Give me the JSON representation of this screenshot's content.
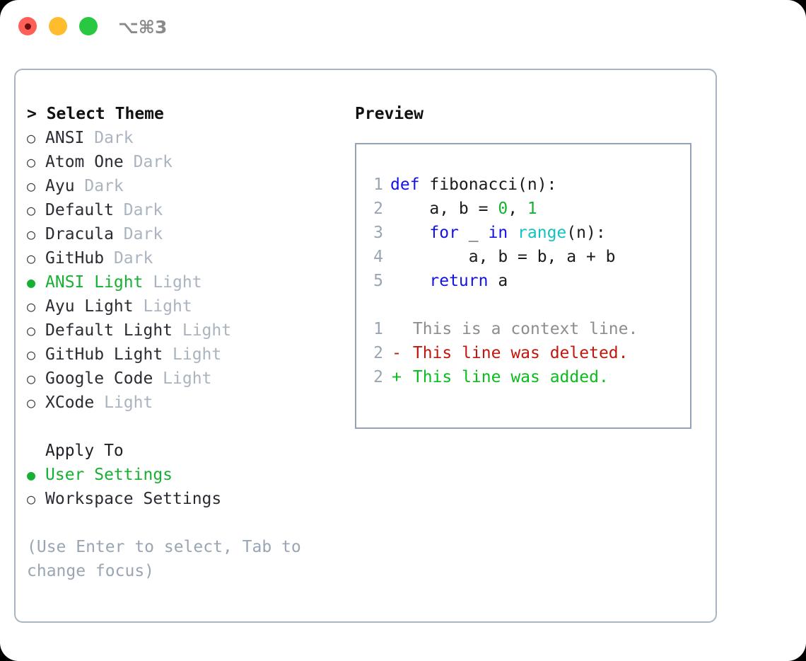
{
  "titlebar": {
    "shortcut": "⌥⌘3",
    "buttons": [
      "close",
      "minimize",
      "maximize"
    ]
  },
  "theme_picker": {
    "heading": "> Select Theme",
    "selected_marker": "●",
    "unselected_marker": "○",
    "items": [
      {
        "name": "ANSI",
        "suffix": "Dark",
        "selected": false
      },
      {
        "name": "Atom One",
        "suffix": "Dark",
        "selected": false
      },
      {
        "name": "Ayu",
        "suffix": "Dark",
        "selected": false
      },
      {
        "name": "Default",
        "suffix": "Dark",
        "selected": false
      },
      {
        "name": "Dracula",
        "suffix": "Dark",
        "selected": false
      },
      {
        "name": "GitHub",
        "suffix": "Dark",
        "selected": false
      },
      {
        "name": "ANSI Light",
        "suffix": "Light",
        "selected": true
      },
      {
        "name": "Ayu Light",
        "suffix": "Light",
        "selected": false
      },
      {
        "name": "Default Light",
        "suffix": "Light",
        "selected": false
      },
      {
        "name": "GitHub Light",
        "suffix": "Light",
        "selected": false
      },
      {
        "name": "Google Code",
        "suffix": "Light",
        "selected": false
      },
      {
        "name": "XCode",
        "suffix": "Light",
        "selected": false
      }
    ]
  },
  "apply_to": {
    "heading": "Apply To",
    "items": [
      {
        "name": "User Settings",
        "selected": true
      },
      {
        "name": "Workspace Settings",
        "selected": false
      }
    ]
  },
  "hint": "(Use Enter to select, Tab to change focus)",
  "preview": {
    "heading": "Preview",
    "code": [
      {
        "num": "1",
        "tokens": [
          {
            "t": "def ",
            "c": "kw"
          },
          {
            "t": "fibonacci(n):",
            "c": "plain"
          }
        ]
      },
      {
        "num": "2",
        "tokens": [
          {
            "t": "    a, b = ",
            "c": "plain"
          },
          {
            "t": "0",
            "c": "num"
          },
          {
            "t": ", ",
            "c": "plain"
          },
          {
            "t": "1",
            "c": "num"
          }
        ]
      },
      {
        "num": "3",
        "tokens": [
          {
            "t": "    ",
            "c": "plain"
          },
          {
            "t": "for",
            "c": "kw"
          },
          {
            "t": " _ ",
            "c": "plain"
          },
          {
            "t": "in",
            "c": "kw"
          },
          {
            "t": " ",
            "c": "plain"
          },
          {
            "t": "range",
            "c": "fn"
          },
          {
            "t": "(n):",
            "c": "plain"
          }
        ]
      },
      {
        "num": "4",
        "tokens": [
          {
            "t": "        a, b = b, a + b",
            "c": "plain"
          }
        ]
      },
      {
        "num": "5",
        "tokens": [
          {
            "t": "    ",
            "c": "plain"
          },
          {
            "t": "return",
            "c": "kw"
          },
          {
            "t": " a",
            "c": "plain"
          }
        ]
      }
    ],
    "diff": [
      {
        "num": "1",
        "mark": " ",
        "text": "This is a context line.",
        "kind": "ctx"
      },
      {
        "num": "2",
        "mark": "-",
        "text": "This line was deleted.",
        "kind": "del"
      },
      {
        "num": "2",
        "mark": "+",
        "text": "This line was added.",
        "kind": "add"
      }
    ]
  },
  "colors": {
    "accent_green": "#17b033",
    "keyword_blue": "#1313e8",
    "function_cyan": "#13c2c2",
    "diff_delete_red": "#c0170c",
    "diff_add_green": "#0bbc1d",
    "muted_gray": "#aab4c0",
    "border": "#aab4c2"
  }
}
